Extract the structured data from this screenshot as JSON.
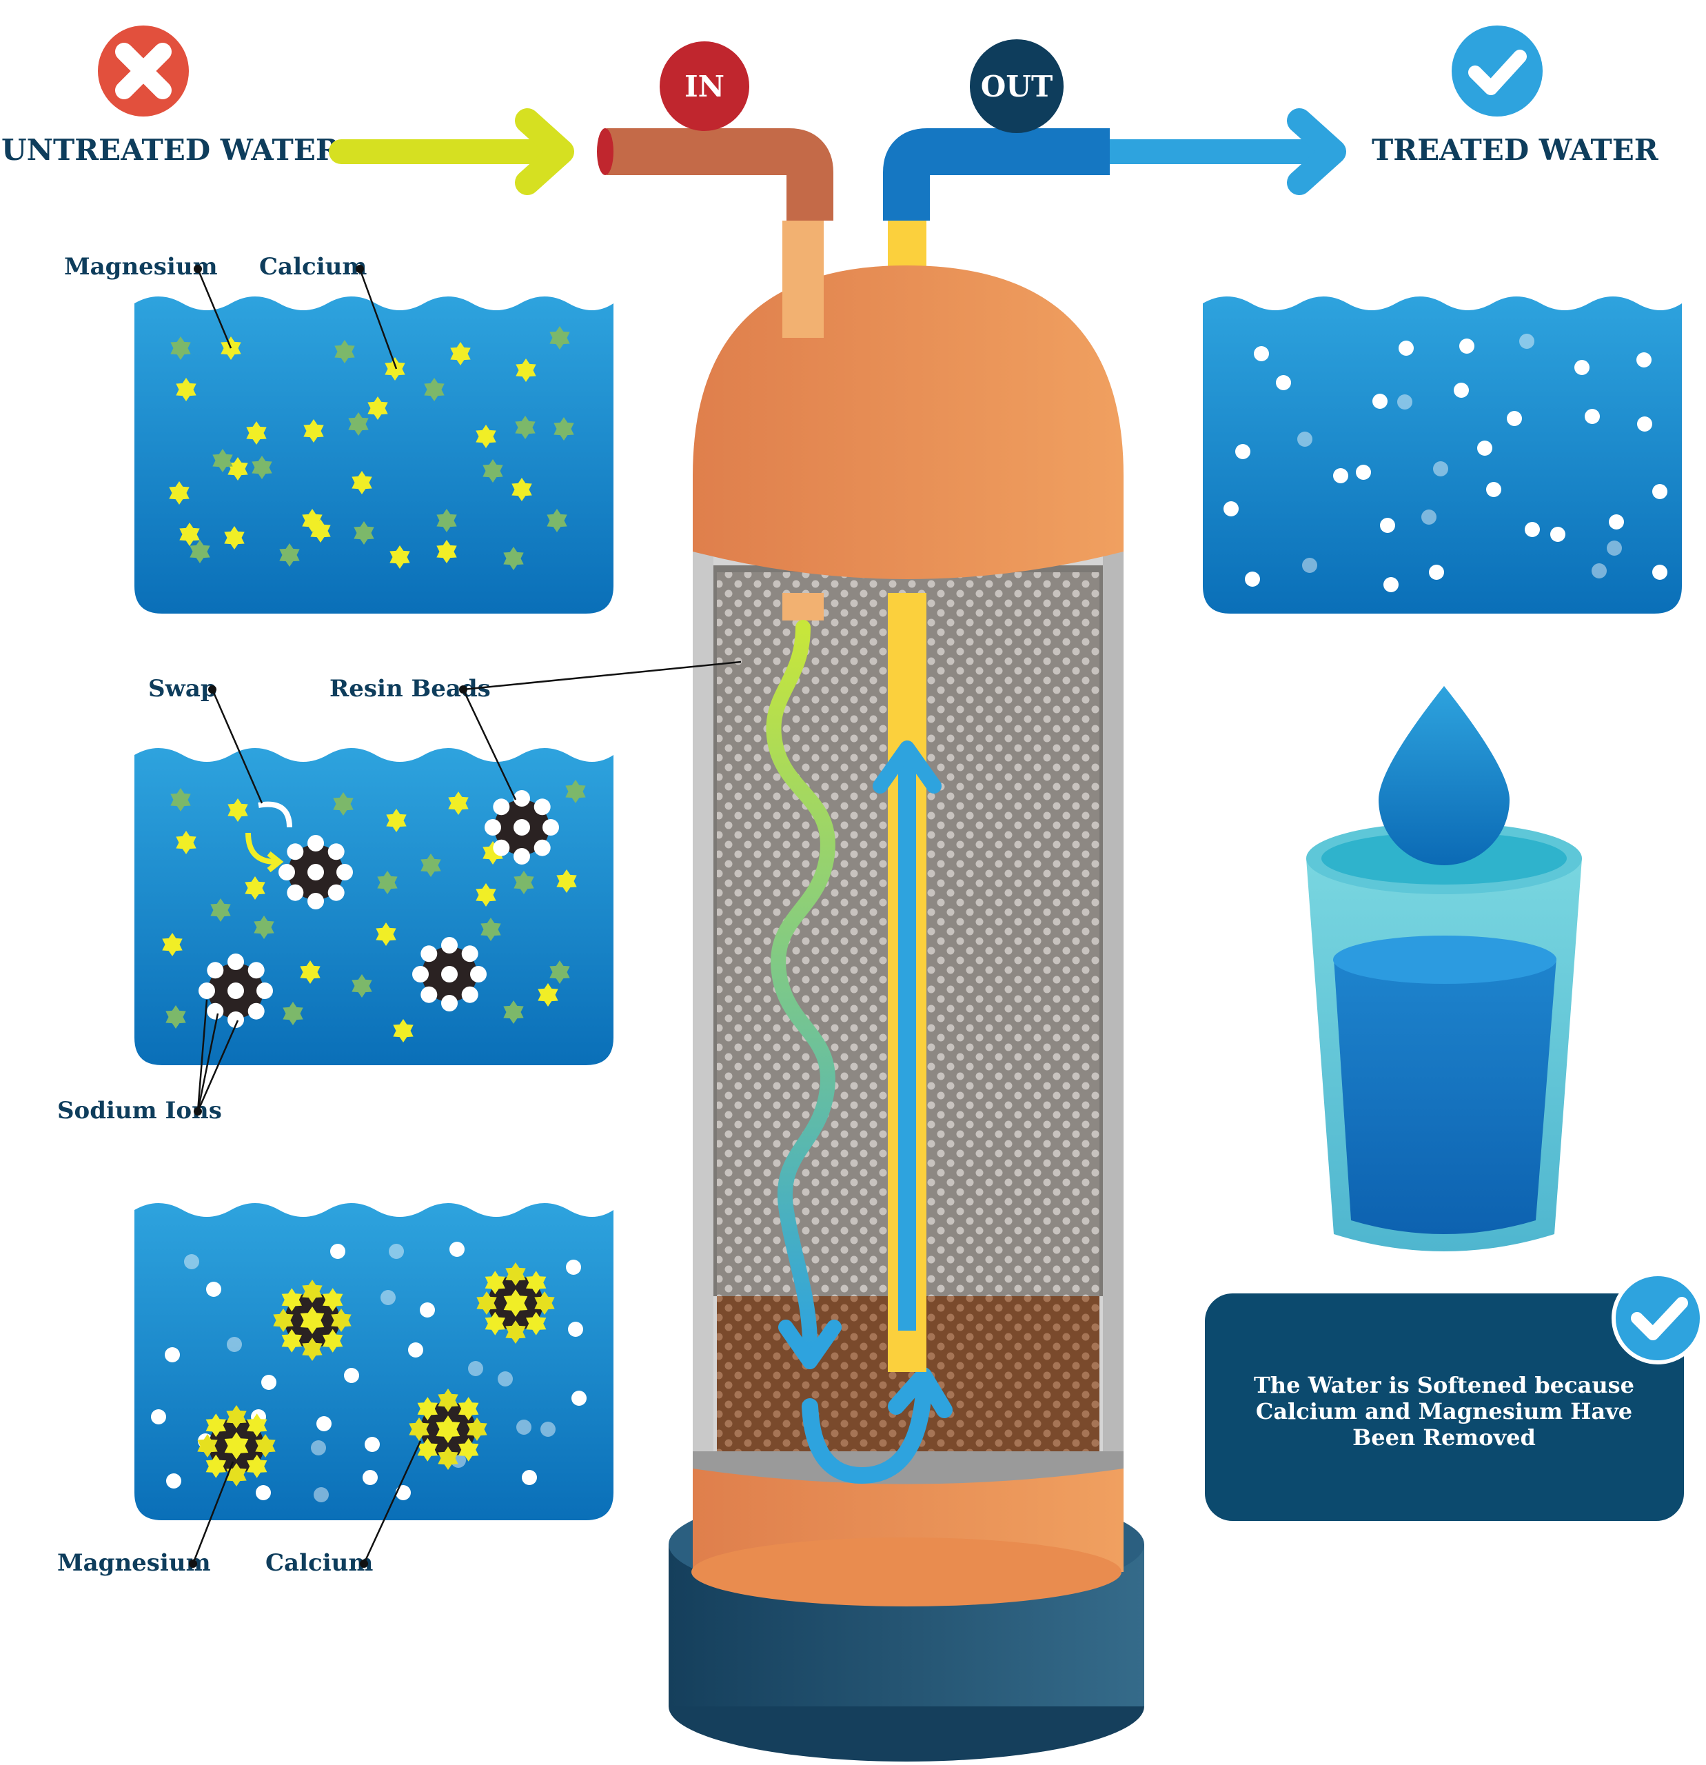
{
  "header": {
    "untreated_label": "UNTREATED WATER",
    "treated_label": "TREATED WATER",
    "in_badge": "IN",
    "out_badge": "OUT"
  },
  "icons": {
    "untreated_status": "x-mark-icon",
    "treated_status": "check-mark-icon",
    "note_status": "check-mark-icon"
  },
  "panels": {
    "untreated": {
      "magnesium_label": "Magnesium",
      "calcium_label": "Calcium"
    },
    "exchange": {
      "swap_label": "Swap",
      "resin_label": "Resin Beads",
      "sodium_label": "Sodium Ions"
    },
    "bound": {
      "magnesium_label": "Magnesium",
      "calcium_label": "Calcium"
    }
  },
  "note": {
    "line1": "The Water is Softened because",
    "line2": "Calcium and Magnesium Have",
    "line3": "Been Removed"
  },
  "colors": {
    "water_top": "#2ea3de",
    "water_bottom": "#0a6fb8",
    "tank_orange": "#e98c4f",
    "base_navy": "#1e5a7a",
    "arrow_lime": "#d6e021",
    "arrow_blue": "#2ea3de",
    "in_red": "#c0262e",
    "out_navy": "#0e3d5c",
    "x_red": "#e2503d",
    "check_blue": "#2ea3de",
    "calcium_yellow": "#f1ee26",
    "magnesium_green": "#7cb86a",
    "sodium_white": "#ffffff",
    "resin_dark": "#2a2222",
    "note_navy": "#0c4a6e"
  }
}
